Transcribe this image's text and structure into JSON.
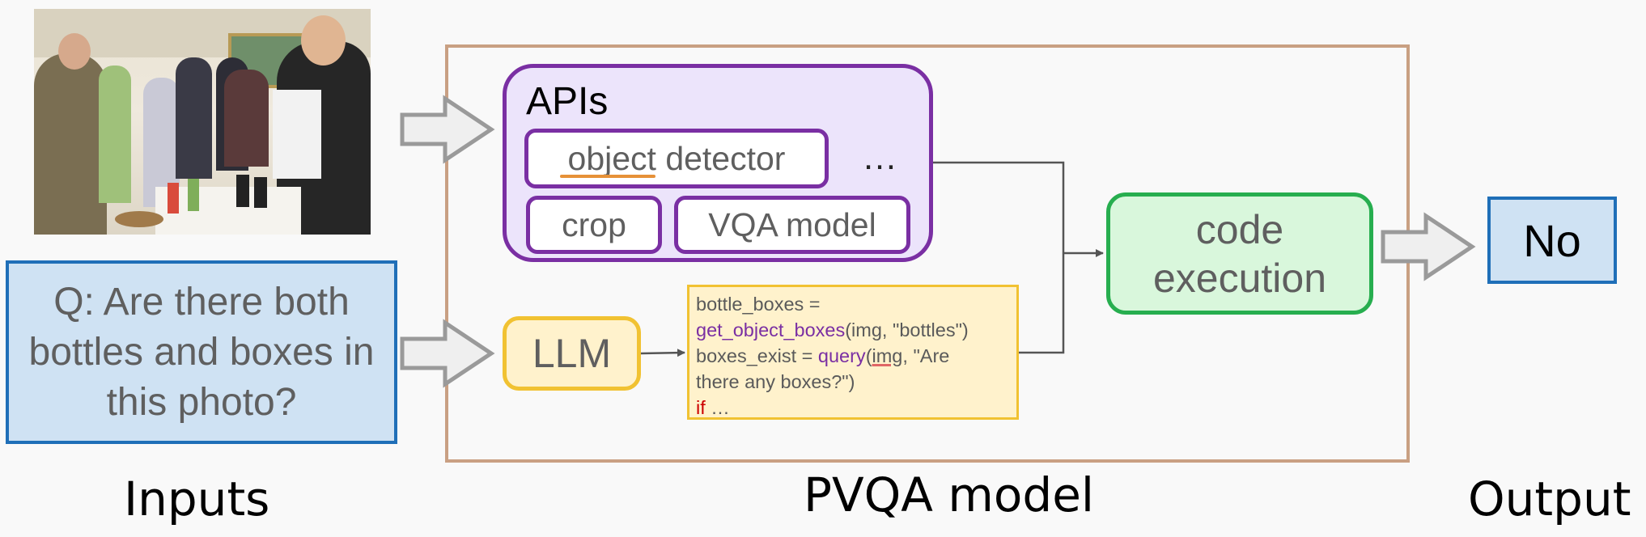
{
  "inputs": {
    "question": "Q: Are there both bottles and boxes in this photo?",
    "label": "Inputs"
  },
  "pvqa": {
    "label": "PVQA model",
    "apis": {
      "title": "APIs",
      "object_detector": "object detector",
      "crop": "crop",
      "vqa_model": "VQA model",
      "ellipsis": "…"
    },
    "llm": "LLM",
    "code": {
      "line1": "bottle_boxes =",
      "line2_fn": "get_object_boxes",
      "line2_args": "(img, \"bottles\")",
      "line3_pre": "boxes_exist = ",
      "line3_fn": "query",
      "line3_paren": "(",
      "line3_img": "img",
      "line3_post": ", \"Are",
      "line4": "there any boxes?\")",
      "line5_kw": "if",
      "line5_rest": " …"
    },
    "code_execution": "code execution"
  },
  "output": {
    "answer": "No",
    "label": "Output"
  },
  "colors": {
    "input_blue": "#cfe2f3",
    "api_purple": "#7a2fa3",
    "llm_yellow": "#f1c232",
    "exec_green": "#27ae4f",
    "frame_tan": "#c9a083"
  }
}
